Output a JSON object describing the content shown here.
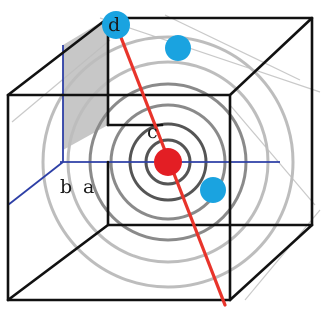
{
  "labels": {
    "a": "a",
    "b": "b",
    "c": "c",
    "d": "d"
  },
  "colors": {
    "edge": "#111111",
    "blue_line": "#2d3fa6",
    "light_line": "#c9c9c9",
    "ring_dark": "#555555",
    "ring_mid": "#8a8a8a",
    "ring_light": "#bdbdbd",
    "diagonal": "#e8342b",
    "center_atom": "#e31e24",
    "atom_blue": "#1aa3e0",
    "shaded_face": "#bdbdbd"
  }
}
